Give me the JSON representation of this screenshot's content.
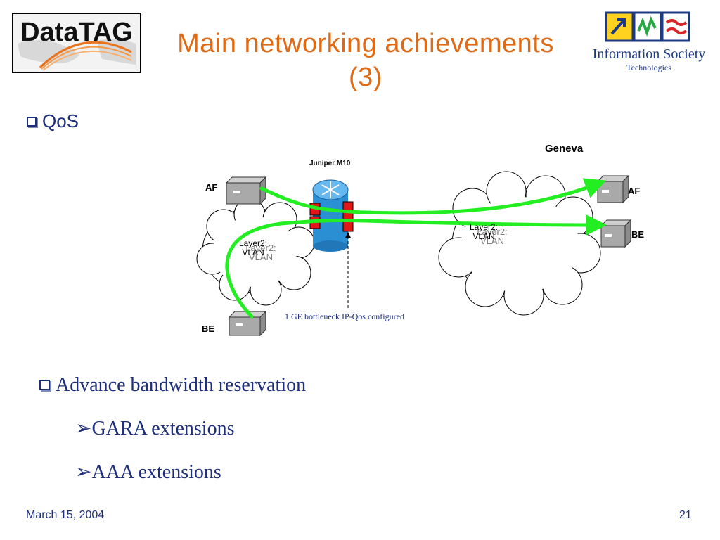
{
  "slide": {
    "title_line1": "Main networking achievements",
    "title_line2": "(3)",
    "logo_left": "DataTAG",
    "logo_right_line1": "Information Society",
    "logo_right_line2": "Technologies"
  },
  "bullets": {
    "qos": "QoS",
    "bandwidth": "Advance bandwidth reservation",
    "sub1": "GARA extensions",
    "sub2": "AAA extensions"
  },
  "diagram": {
    "router_label": "Juniper M10",
    "site_label": "Geneva",
    "left_af": "AF",
    "left_be": "BE",
    "right_af": "AF",
    "right_be": "BE",
    "cloud_label_1": "Layer2:",
    "cloud_label_2": "VLAN",
    "bottleneck_label": "1 GE bottleneck IP-Qos configured"
  },
  "footer": {
    "date": "March 15, 2004",
    "page": "21"
  },
  "colors": {
    "title": "#e06a14",
    "text": "#1d2e7c",
    "flow": "#22ee22",
    "router": "#2b8fd4",
    "queue": "#e01818"
  }
}
